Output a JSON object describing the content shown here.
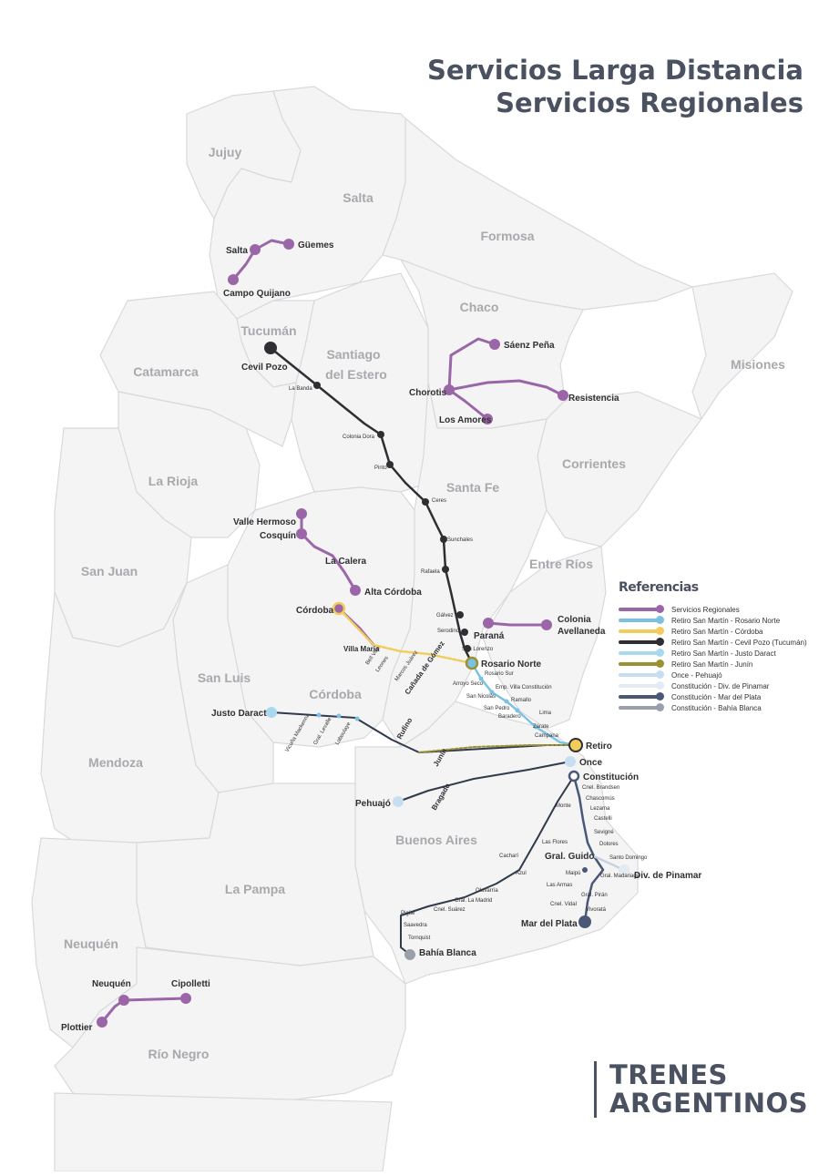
{
  "title": {
    "line1": "Servicios Larga Distancia",
    "line2": "Servicios Regionales"
  },
  "logo": {
    "line1": "TRENES",
    "line2": "ARGENTINOS"
  },
  "provinces": [
    {
      "id": "jujuy",
      "name": "Jujuy"
    },
    {
      "id": "salta",
      "name": "Salta"
    },
    {
      "id": "formosa",
      "name": "Formosa"
    },
    {
      "id": "chaco",
      "name": "Chaco"
    },
    {
      "id": "tucuman",
      "name": "Tucumán"
    },
    {
      "id": "santiago1",
      "name": "Santiago"
    },
    {
      "id": "santiago2",
      "name": "del Estero"
    },
    {
      "id": "catamarca",
      "name": "Catamarca"
    },
    {
      "id": "misiones",
      "name": "Misiones"
    },
    {
      "id": "corrientes",
      "name": "Corrientes"
    },
    {
      "id": "larioja",
      "name": "La Rioja"
    },
    {
      "id": "santafe",
      "name": "Santa Fe"
    },
    {
      "id": "sanjuan",
      "name": "San Juan"
    },
    {
      "id": "entrerios",
      "name": "Entre Ríos"
    },
    {
      "id": "sanluis",
      "name": "San Luis"
    },
    {
      "id": "cordoba",
      "name": "Córdoba"
    },
    {
      "id": "mendoza",
      "name": "Mendoza"
    },
    {
      "id": "buenosaires",
      "name": "Buenos Aires"
    },
    {
      "id": "lapampa",
      "name": "La Pampa"
    },
    {
      "id": "neuquen",
      "name": "Neuquén"
    },
    {
      "id": "rionegro",
      "name": "Río Negro"
    }
  ],
  "legend": {
    "title": "Referencias",
    "items": [
      {
        "label": "Servicios Regionales",
        "color": "#9b66a8"
      },
      {
        "label": "Retiro San Martín - Rosario Norte",
        "color": "#7cc1e4"
      },
      {
        "label": "Retiro San Martín - Córdoba",
        "color": "#f2cd5c"
      },
      {
        "label": "Retiro San Martín - Cevil Pozo (Tucumán)",
        "color": "#2f2f33"
      },
      {
        "label": "Retiro San Martín - Justo Daract",
        "color": "#a9d9ef"
      },
      {
        "label": "Retiro San Martín - Junín",
        "color": "#9a9133"
      },
      {
        "label": "Once - Pehuajó",
        "color": "#c6def0"
      },
      {
        "label": "Constitución - Div. de Pinamar",
        "color": "#e3eaf2"
      },
      {
        "label": "Constitución - Mar del Plata",
        "color": "#4a5878"
      },
      {
        "label": "Constitución - Bahía Blanca",
        "color": "#9aa0ab"
      }
    ]
  },
  "stations_major": [
    {
      "id": "salta",
      "name": "Salta"
    },
    {
      "id": "guemes",
      "name": "Güemes"
    },
    {
      "id": "campoquijano",
      "name": "Campo Quijano"
    },
    {
      "id": "cevilpozo",
      "name": "Cevil Pozo"
    },
    {
      "id": "saenzpena",
      "name": "Sáenz Peña"
    },
    {
      "id": "chorotis",
      "name": "Chorotis"
    },
    {
      "id": "resistencia",
      "name": "Resistencia"
    },
    {
      "id": "losamores",
      "name": "Los Amores"
    },
    {
      "id": "vallehermoso",
      "name": "Valle Hermoso"
    },
    {
      "id": "cosquin",
      "name": "Cosquín"
    },
    {
      "id": "lacalera",
      "name": "La Calera"
    },
    {
      "id": "altacordoba",
      "name": "Alta Córdoba"
    },
    {
      "id": "cordoba",
      "name": "Córdoba"
    },
    {
      "id": "villamaria",
      "name": "Villa María"
    },
    {
      "id": "canadagomez",
      "name": "Cañada de Gómez"
    },
    {
      "id": "rosarionorte",
      "name": "Rosario Norte"
    },
    {
      "id": "parana",
      "name": "Paraná"
    },
    {
      "id": "colonia1",
      "name": "Colonia"
    },
    {
      "id": "colonia2",
      "name": "Avellaneda"
    },
    {
      "id": "justodaract",
      "name": "Justo Daract"
    },
    {
      "id": "rufino",
      "name": "Rufino"
    },
    {
      "id": "junin",
      "name": "Junín"
    },
    {
      "id": "retiro",
      "name": "Retiro"
    },
    {
      "id": "once",
      "name": "Once"
    },
    {
      "id": "constitucion",
      "name": "Constitución"
    },
    {
      "id": "pehuajo",
      "name": "Pehuajó"
    },
    {
      "id": "bragado",
      "name": "Bragado"
    },
    {
      "id": "gralguido",
      "name": "Gral. Guido"
    },
    {
      "id": "divpinamar",
      "name": "Div. de Pinamar"
    },
    {
      "id": "mardelplata",
      "name": "Mar del Plata"
    },
    {
      "id": "bahiablanca",
      "name": "Bahía Blanca"
    },
    {
      "id": "neuquen",
      "name": "Neuquén"
    },
    {
      "id": "cipolletti",
      "name": "Cipolletti"
    },
    {
      "id": "plottier",
      "name": "Plottier"
    }
  ],
  "stations_minor": [
    {
      "id": "labanda",
      "name": "La Banda"
    },
    {
      "id": "coloniadora",
      "name": "Colonia Dora"
    },
    {
      "id": "pinto",
      "name": "Pinto"
    },
    {
      "id": "ceres",
      "name": "Ceres"
    },
    {
      "id": "sunchales",
      "name": "Sunchales"
    },
    {
      "id": "rafaela",
      "name": "Rafaela"
    },
    {
      "id": "galvez",
      "name": "Gálvez"
    },
    {
      "id": "serodino",
      "name": "Serodino"
    },
    {
      "id": "sanlorenzo",
      "name": "San Lorenzo"
    },
    {
      "id": "rosariosur",
      "name": "Rosario Sur"
    },
    {
      "id": "arroyoseco",
      "name": "Arroyo Seco"
    },
    {
      "id": "empvilla",
      "name": "Emp. Villa Constitución"
    },
    {
      "id": "sannicolas",
      "name": "San Nicolás"
    },
    {
      "id": "ramallo",
      "name": "Ramallo"
    },
    {
      "id": "sanpedro",
      "name": "San Pedro"
    },
    {
      "id": "baradero",
      "name": "Baradero"
    },
    {
      "id": "lima",
      "name": "Lima"
    },
    {
      "id": "zarate",
      "name": "Zárate"
    },
    {
      "id": "campana",
      "name": "Campana"
    },
    {
      "id": "bellville",
      "name": "Bell Ville"
    },
    {
      "id": "leones",
      "name": "Leones"
    },
    {
      "id": "marcosjuarez",
      "name": "Marcos Juárez"
    },
    {
      "id": "vicuna",
      "name": "Vicuña Mackenna"
    },
    {
      "id": "gralleveille",
      "name": "Gral. Levalle"
    },
    {
      "id": "laboulaye",
      "name": "Laboulaye"
    },
    {
      "id": "cnelbrandsen",
      "name": "Cnel. Brandsen"
    },
    {
      "id": "chascomus",
      "name": "Chascomús"
    },
    {
      "id": "lezama",
      "name": "Lezama"
    },
    {
      "id": "castelli",
      "name": "Castelli"
    },
    {
      "id": "sevigne",
      "name": "Sevigné"
    },
    {
      "id": "dolores",
      "name": "Dolores"
    },
    {
      "id": "santodomingo",
      "name": "Santo Domingo"
    },
    {
      "id": "maipu",
      "name": "Maipú"
    },
    {
      "id": "lasarmas",
      "name": "Las Armas"
    },
    {
      "id": "gralmadariaga",
      "name": "Gral. Madariaga"
    },
    {
      "id": "gralpiran",
      "name": "Gral. Pirán"
    },
    {
      "id": "cnelvidal",
      "name": "Cnel. Vidal"
    },
    {
      "id": "vivorata",
      "name": "Vivoratá"
    },
    {
      "id": "monte",
      "name": "Monte"
    },
    {
      "id": "lasflores",
      "name": "Las Flores"
    },
    {
      "id": "cachari",
      "name": "Cacharí"
    },
    {
      "id": "azul",
      "name": "Azul"
    },
    {
      "id": "olavarria",
      "name": "Olavarría"
    },
    {
      "id": "gralmadrid",
      "name": "Gral. La Madrid"
    },
    {
      "id": "cnelsuarez",
      "name": "Cnel. Suárez"
    },
    {
      "id": "pigue",
      "name": "Pigüé"
    },
    {
      "id": "saavedra",
      "name": "Saavedra"
    },
    {
      "id": "tornquist",
      "name": "Tornquist"
    }
  ]
}
